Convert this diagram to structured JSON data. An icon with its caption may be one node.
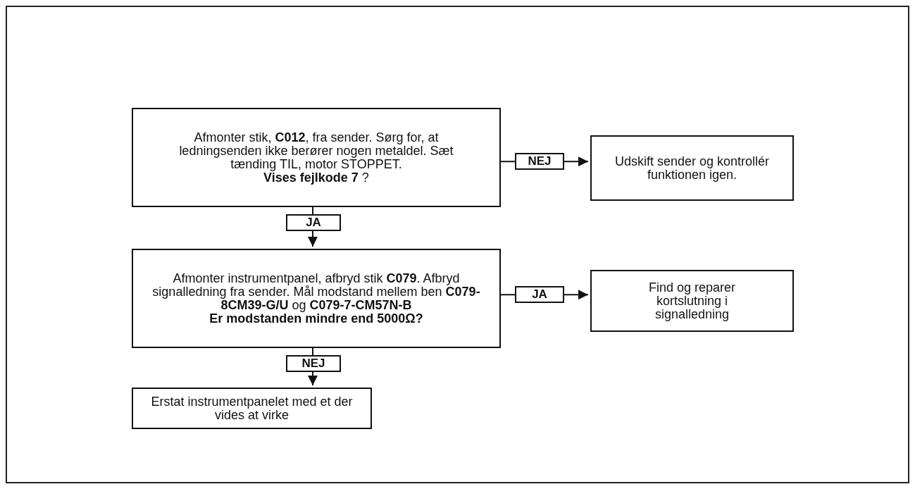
{
  "diagram": {
    "nodes": [
      {
        "text": [
          "Afmonter stik, **C012**, fra sender. Sørg for, at ledningsenden ikke berører nogen metaldel. Sæt tænding TIL, motor STOPPET.",
          "**Vises fejlkode 7** ?"
        ]
      },
      {
        "text": [
          "Afmonter instrumentpanel, afbryd stik **C079**. Afbryd signalledning fra sender. Mål modstand mellem ben **C079-8CM39-G/U** og **C079-7-CM57N-B**",
          "Er modstanden mindre end 5000Ω?"
        ]
      },
      {
        "text": [
          "Udskift sender og kontrollér funktionen igen."
        ]
      },
      {
        "text": [
          "Find og reparer kortslutning i signalledning"
        ]
      },
      {
        "text": [
          "Erstat instrumentpanelet med et der vides at virke"
        ]
      }
    ],
    "edges": [
      {
        "from": 0,
        "to": 2,
        "arrow": "to",
        "label": "NEJ"
      },
      {
        "from": 0,
        "to": 1,
        "arrow": "to",
        "label": "JA"
      },
      {
        "from": 1,
        "to": 3,
        "arrow": "to",
        "label": "JA"
      },
      {
        "from": 1,
        "to": 4,
        "arrow": "to",
        "label": "NEJ"
      }
    ]
  }
}
